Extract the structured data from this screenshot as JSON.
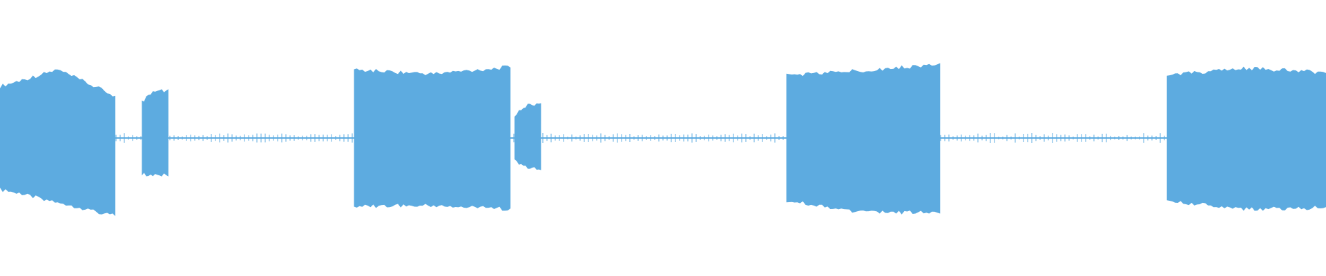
{
  "waveform": {
    "color": "#5dabe0",
    "background": "#ffffff",
    "segments": [
      {
        "id": "burst-1",
        "kind": "burst",
        "start_fraction": 0.0,
        "end_fraction": 0.087
      },
      {
        "id": "burst-2",
        "kind": "burst",
        "start_fraction": 0.107,
        "end_fraction": 0.127
      },
      {
        "id": "burst-3",
        "kind": "burst",
        "start_fraction": 0.267,
        "end_fraction": 0.385
      },
      {
        "id": "burst-4",
        "kind": "burst",
        "start_fraction": 0.388,
        "end_fraction": 0.408
      },
      {
        "id": "burst-5",
        "kind": "burst",
        "start_fraction": 0.593,
        "end_fraction": 0.709
      },
      {
        "id": "burst-6",
        "kind": "burst",
        "start_fraction": 0.88,
        "end_fraction": 1.0
      }
    ]
  }
}
